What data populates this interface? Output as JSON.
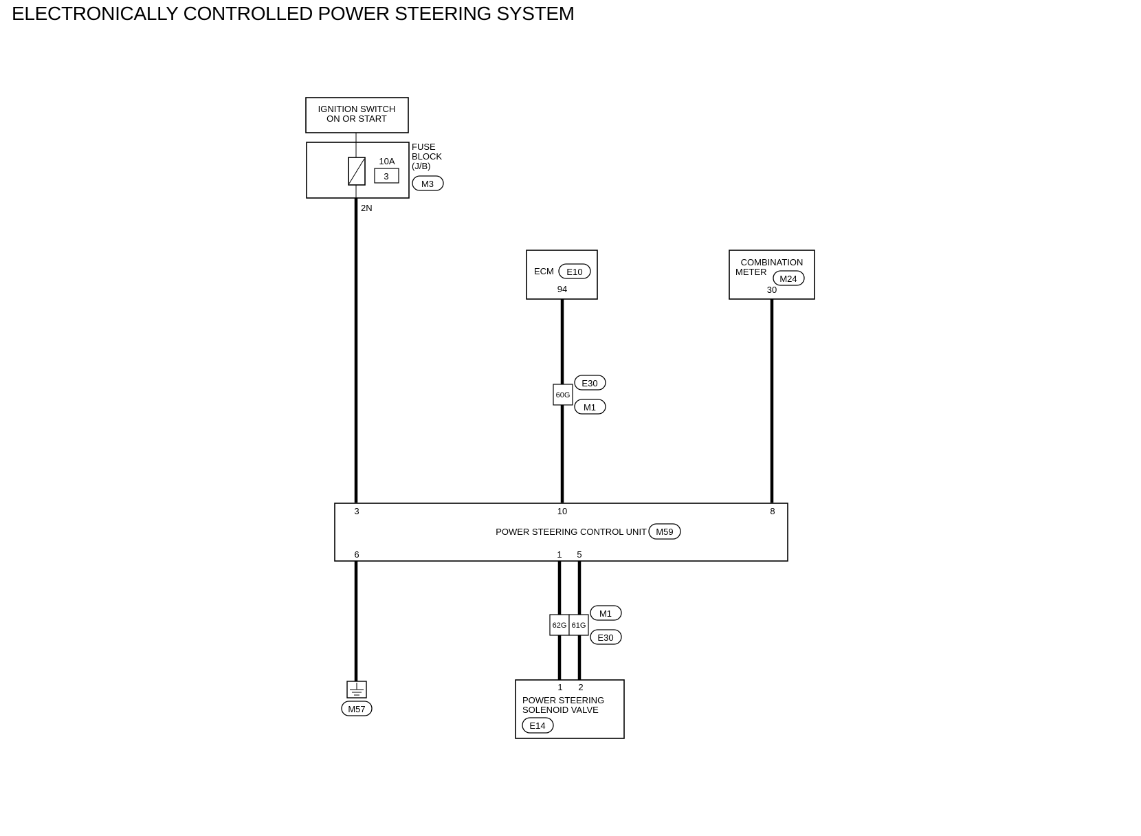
{
  "title": "ELECTRONICALLY CONTROLLED POWER STEERING SYSTEM",
  "ignition": {
    "line1": "IGNITION SWITCH",
    "line2": "ON OR START"
  },
  "fuse_block": {
    "amperage": "10A",
    "fuse_number": "3",
    "label_line1": "FUSE",
    "label_line2": "BLOCK",
    "label_line3": "(J/B)",
    "connector": "M3",
    "output_terminal": "2N"
  },
  "ecm": {
    "label": "ECM",
    "connector": "E10",
    "terminal": "94"
  },
  "combination_meter": {
    "line1": "COMBINATION",
    "line2": "METER",
    "connector": "M24",
    "terminal": "30"
  },
  "joint_upper": {
    "pin": "60G",
    "connector_top": "E30",
    "connector_bottom": "M1"
  },
  "control_unit": {
    "label": "POWER STEERING CONTROL UNIT",
    "connector": "M59",
    "terminals_top": [
      "3",
      "10",
      "8"
    ],
    "terminals_bottom": [
      "6",
      "1",
      "5"
    ]
  },
  "joint_lower": {
    "pin_left": "62G",
    "pin_right": "61G",
    "connector_top": "M1",
    "connector_bottom": "E30"
  },
  "ground": {
    "connector": "M57"
  },
  "solenoid": {
    "line1": "POWER STEERING",
    "line2": "SOLENOID VALVE",
    "connector": "E14",
    "terminal_left": "1",
    "terminal_right": "2"
  }
}
